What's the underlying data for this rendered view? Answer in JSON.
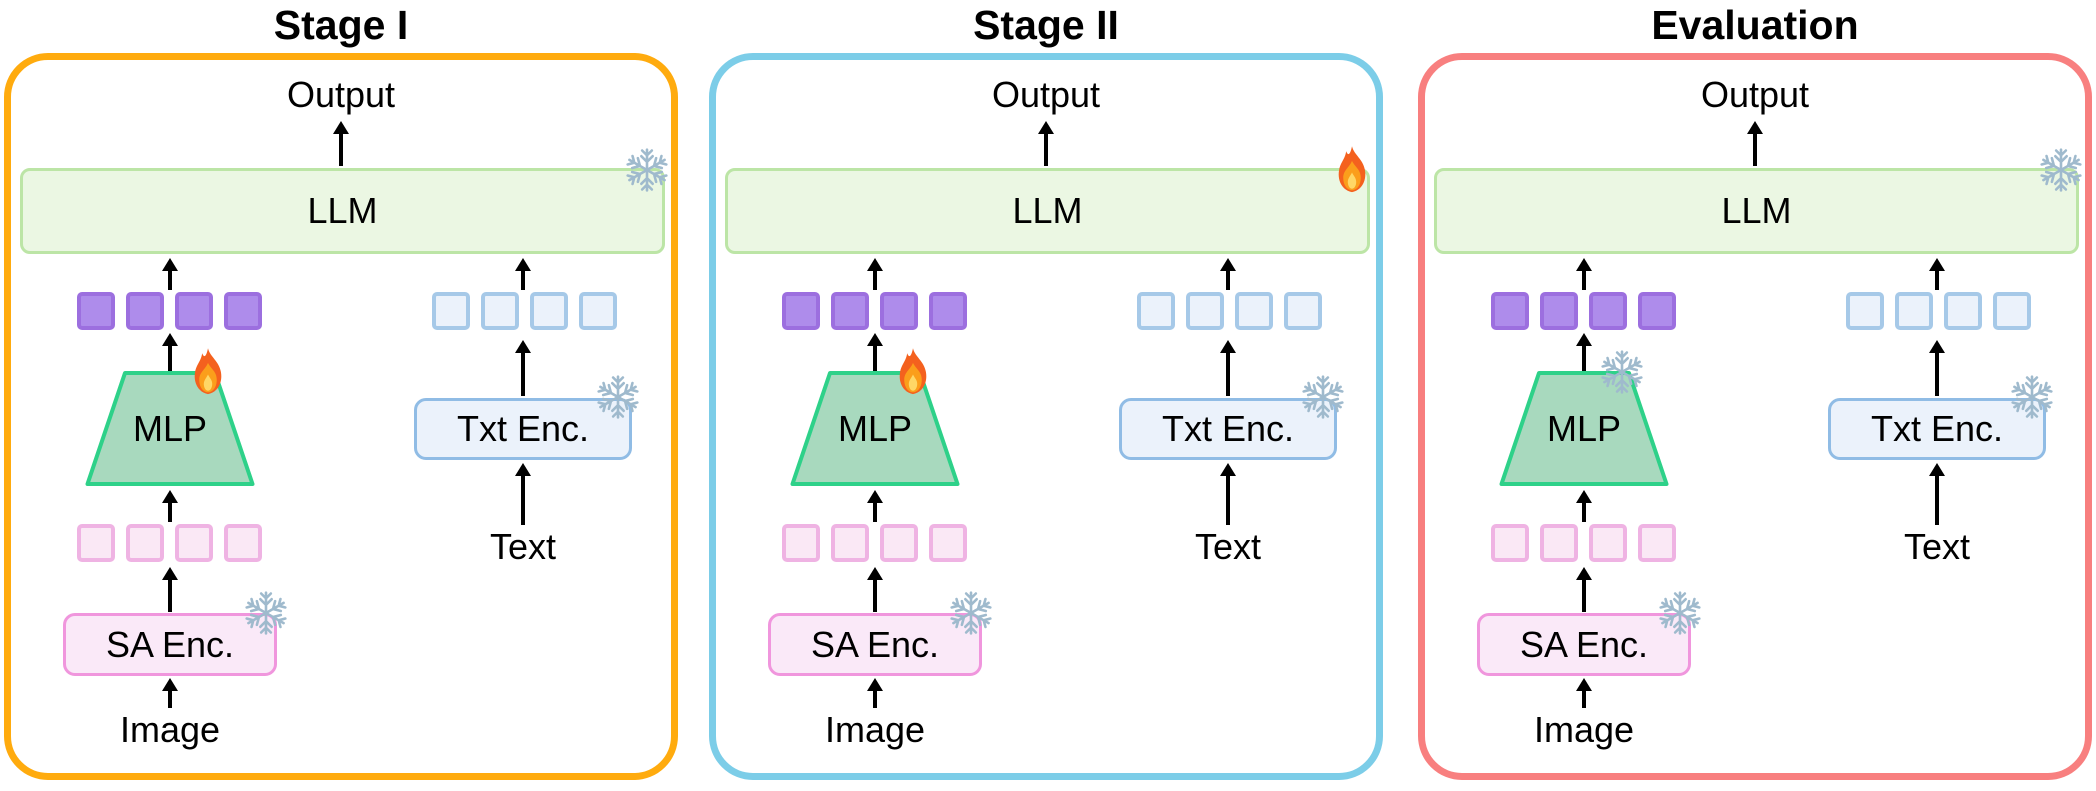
{
  "figure": {
    "status_icons": {
      "trainable": "fire",
      "frozen": "snowflake"
    },
    "colors": {
      "stage1_border": "#FFAB0E",
      "stage2_border": "#7CCDE8",
      "evaluation_border": "#F87F7F",
      "llm_fill": "#EBF7E3",
      "llm_border": "#BCE5A6",
      "mlp_fill": "#A8D9BE",
      "mlp_border": "#2ED189",
      "visual_token_fill": "#AE8CEB",
      "visual_token_border": "#9C6FDF",
      "text_token_fill": "#EBF2FB",
      "text_token_border": "#A6C9E8",
      "patch_token_fill": "#FAE8F5",
      "patch_token_border": "#EFB3E3",
      "sa_encoder_fill": "#FAE9F8",
      "sa_encoder_border": "#F096DD",
      "txt_encoder_fill": "#EBF2FB",
      "txt_encoder_border": "#90BCE5",
      "arrow": "#000000",
      "title_text": "#000000"
    },
    "panels": [
      {
        "title": "Stage I",
        "border_color": "#FFAB0E",
        "output_label": "Output",
        "llm": {
          "label": "LLM",
          "status": "frozen"
        },
        "image_branch": {
          "projector": {
            "label": "MLP",
            "status": "trainable"
          },
          "encoder": {
            "label": "SA Enc.",
            "status": "frozen"
          },
          "input_label": "Image",
          "projected_token_count": 4,
          "encoder_token_count": 4
        },
        "text_branch": {
          "encoder": {
            "label": "Txt Enc.",
            "status": "frozen"
          },
          "input_label": "Text",
          "token_count": 4
        }
      },
      {
        "title": "Stage II",
        "border_color": "#7CCDE8",
        "output_label": "Output",
        "llm": {
          "label": "LLM",
          "status": "trainable"
        },
        "image_branch": {
          "projector": {
            "label": "MLP",
            "status": "trainable"
          },
          "encoder": {
            "label": "SA Enc.",
            "status": "frozen"
          },
          "input_label": "Image",
          "projected_token_count": 4,
          "encoder_token_count": 4
        },
        "text_branch": {
          "encoder": {
            "label": "Txt Enc.",
            "status": "frozen"
          },
          "input_label": "Text",
          "token_count": 4
        }
      },
      {
        "title": "Evaluation",
        "border_color": "#F87F7F",
        "output_label": "Output",
        "llm": {
          "label": "LLM",
          "status": "frozen"
        },
        "image_branch": {
          "projector": {
            "label": "MLP",
            "status": "frozen"
          },
          "encoder": {
            "label": "SA Enc.",
            "status": "frozen"
          },
          "input_label": "Image",
          "projected_token_count": 4,
          "encoder_token_count": 4
        },
        "text_branch": {
          "encoder": {
            "label": "Txt Enc.",
            "status": "frozen"
          },
          "input_label": "Text",
          "token_count": 4
        }
      }
    ]
  }
}
